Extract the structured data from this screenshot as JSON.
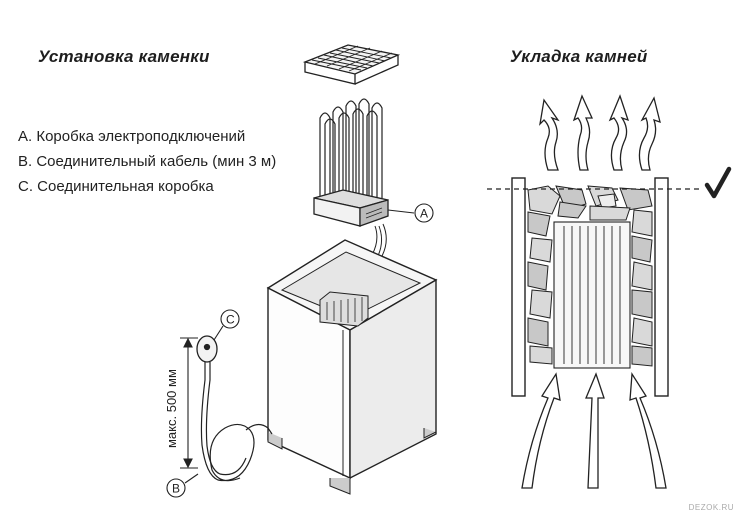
{
  "left_title": "Установка каменки",
  "right_title": "Укладка камней",
  "legend": [
    "A. Коробка электроподключений",
    "B. Соединительный кабель (мин 3 м)",
    "C. Соединительная коробка"
  ],
  "callouts": {
    "a": "A",
    "b": "B",
    "c": "C"
  },
  "dimension_label": "макс. 500 мм",
  "watermark": "DEZOK.RU"
}
